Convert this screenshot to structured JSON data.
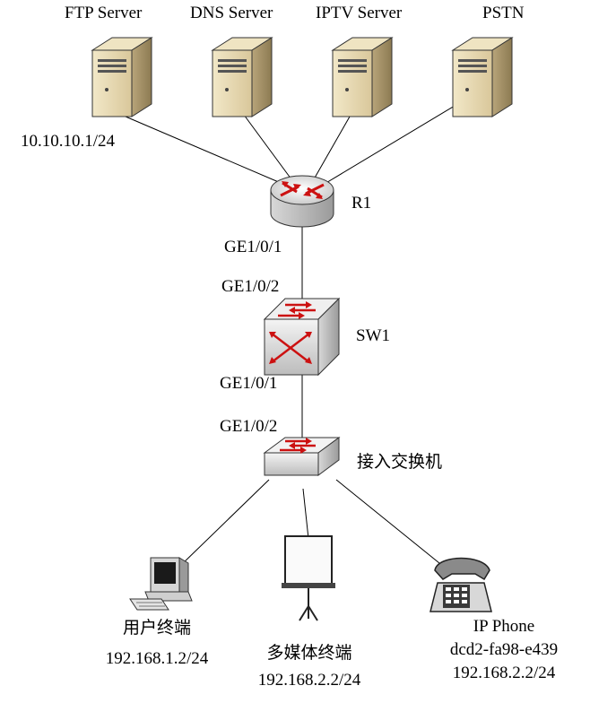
{
  "servers": {
    "ftp": "FTP Server",
    "dns": "DNS Server",
    "iptv": "IPTV Server",
    "pstn": "PSTN"
  },
  "ftp_ip": "10.10.10.1/24",
  "router": {
    "name": "R1",
    "port_down": "GE1/0/1"
  },
  "sw1": {
    "name": "SW1",
    "port_up": "GE1/0/2",
    "port_down": "GE1/0/1"
  },
  "access_switch": {
    "name": "接入交换机",
    "port_up": "GE1/0/2"
  },
  "user_terminal": {
    "name": "用户终端",
    "ip": "192.168.1.2/24"
  },
  "media_terminal": {
    "name": "多媒体终端",
    "ip": "192.168.2.2/24"
  },
  "ip_phone": {
    "name": "IP Phone",
    "mac": "dcd2-fa98-e439",
    "ip": "192.168.2.2/24"
  },
  "colors": {
    "arrow": "#cc1111",
    "device_gray": "#c8c8c8",
    "server_beige": "#e8d9b0"
  }
}
